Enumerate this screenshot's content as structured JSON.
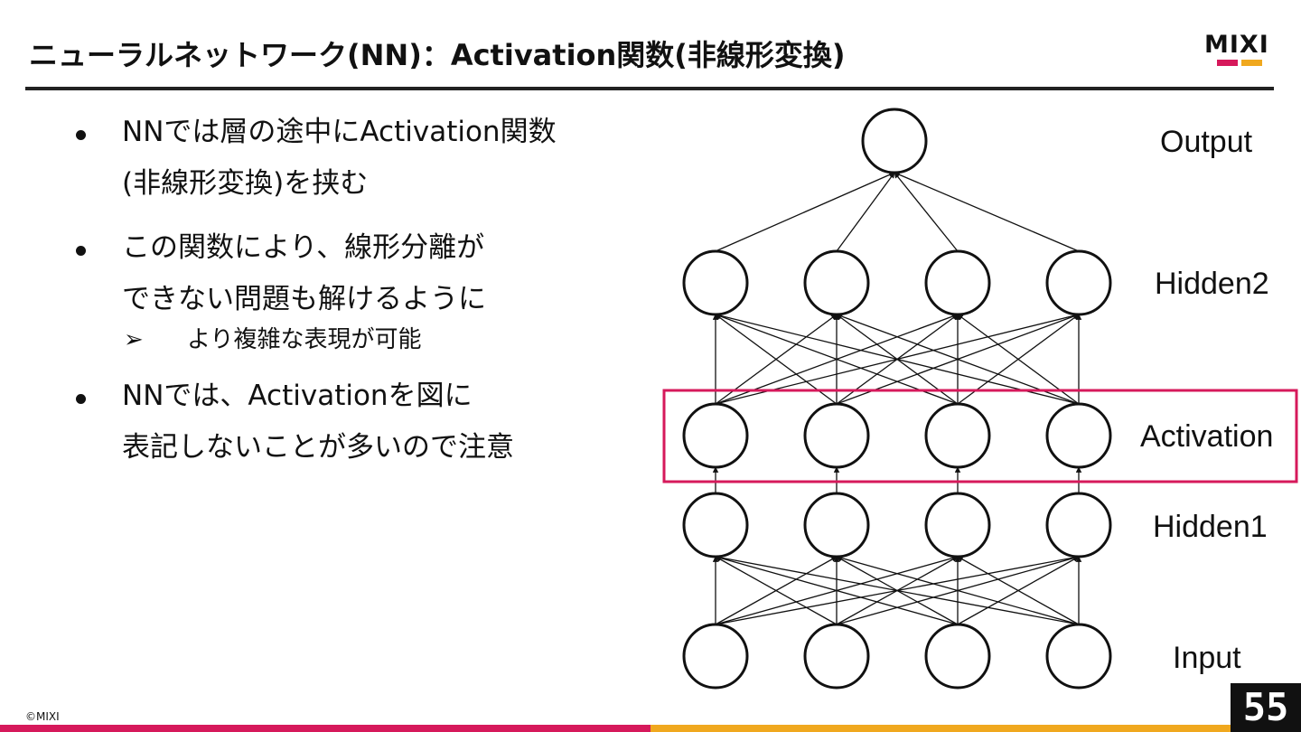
{
  "slide": {
    "title": "ニューラルネットワーク(NN)：Activation関数(非線形変換)",
    "logo_text": "MIXI",
    "copyright": "©MIXI",
    "page_number": "55"
  },
  "bullets": [
    {
      "lines": [
        "NNでは層の途中にActivation関数",
        "(非線形変換)を挟む"
      ]
    },
    {
      "lines": [
        "この関数により、線形分離が",
        "できない問題も解けるように"
      ],
      "sub": {
        "arrow": "➢",
        "text": "より複雑な表現が可能"
      }
    },
    {
      "lines": [
        "NNでは、Activationを図に",
        "表記しないことが多いので注意"
      ]
    }
  ],
  "diagram": {
    "layers": [
      {
        "name": "Output",
        "nodes": 1
      },
      {
        "name": "Hidden2",
        "nodes": 4
      },
      {
        "name": "Activation",
        "nodes": 4
      },
      {
        "name": "Hidden1",
        "nodes": 4
      },
      {
        "name": "Input",
        "nodes": 4
      }
    ],
    "highlight_layer": "Activation",
    "highlight_color": "#d6195b"
  },
  "colors": {
    "accent_red": "#d6195b",
    "accent_orange": "#f0a81e"
  }
}
